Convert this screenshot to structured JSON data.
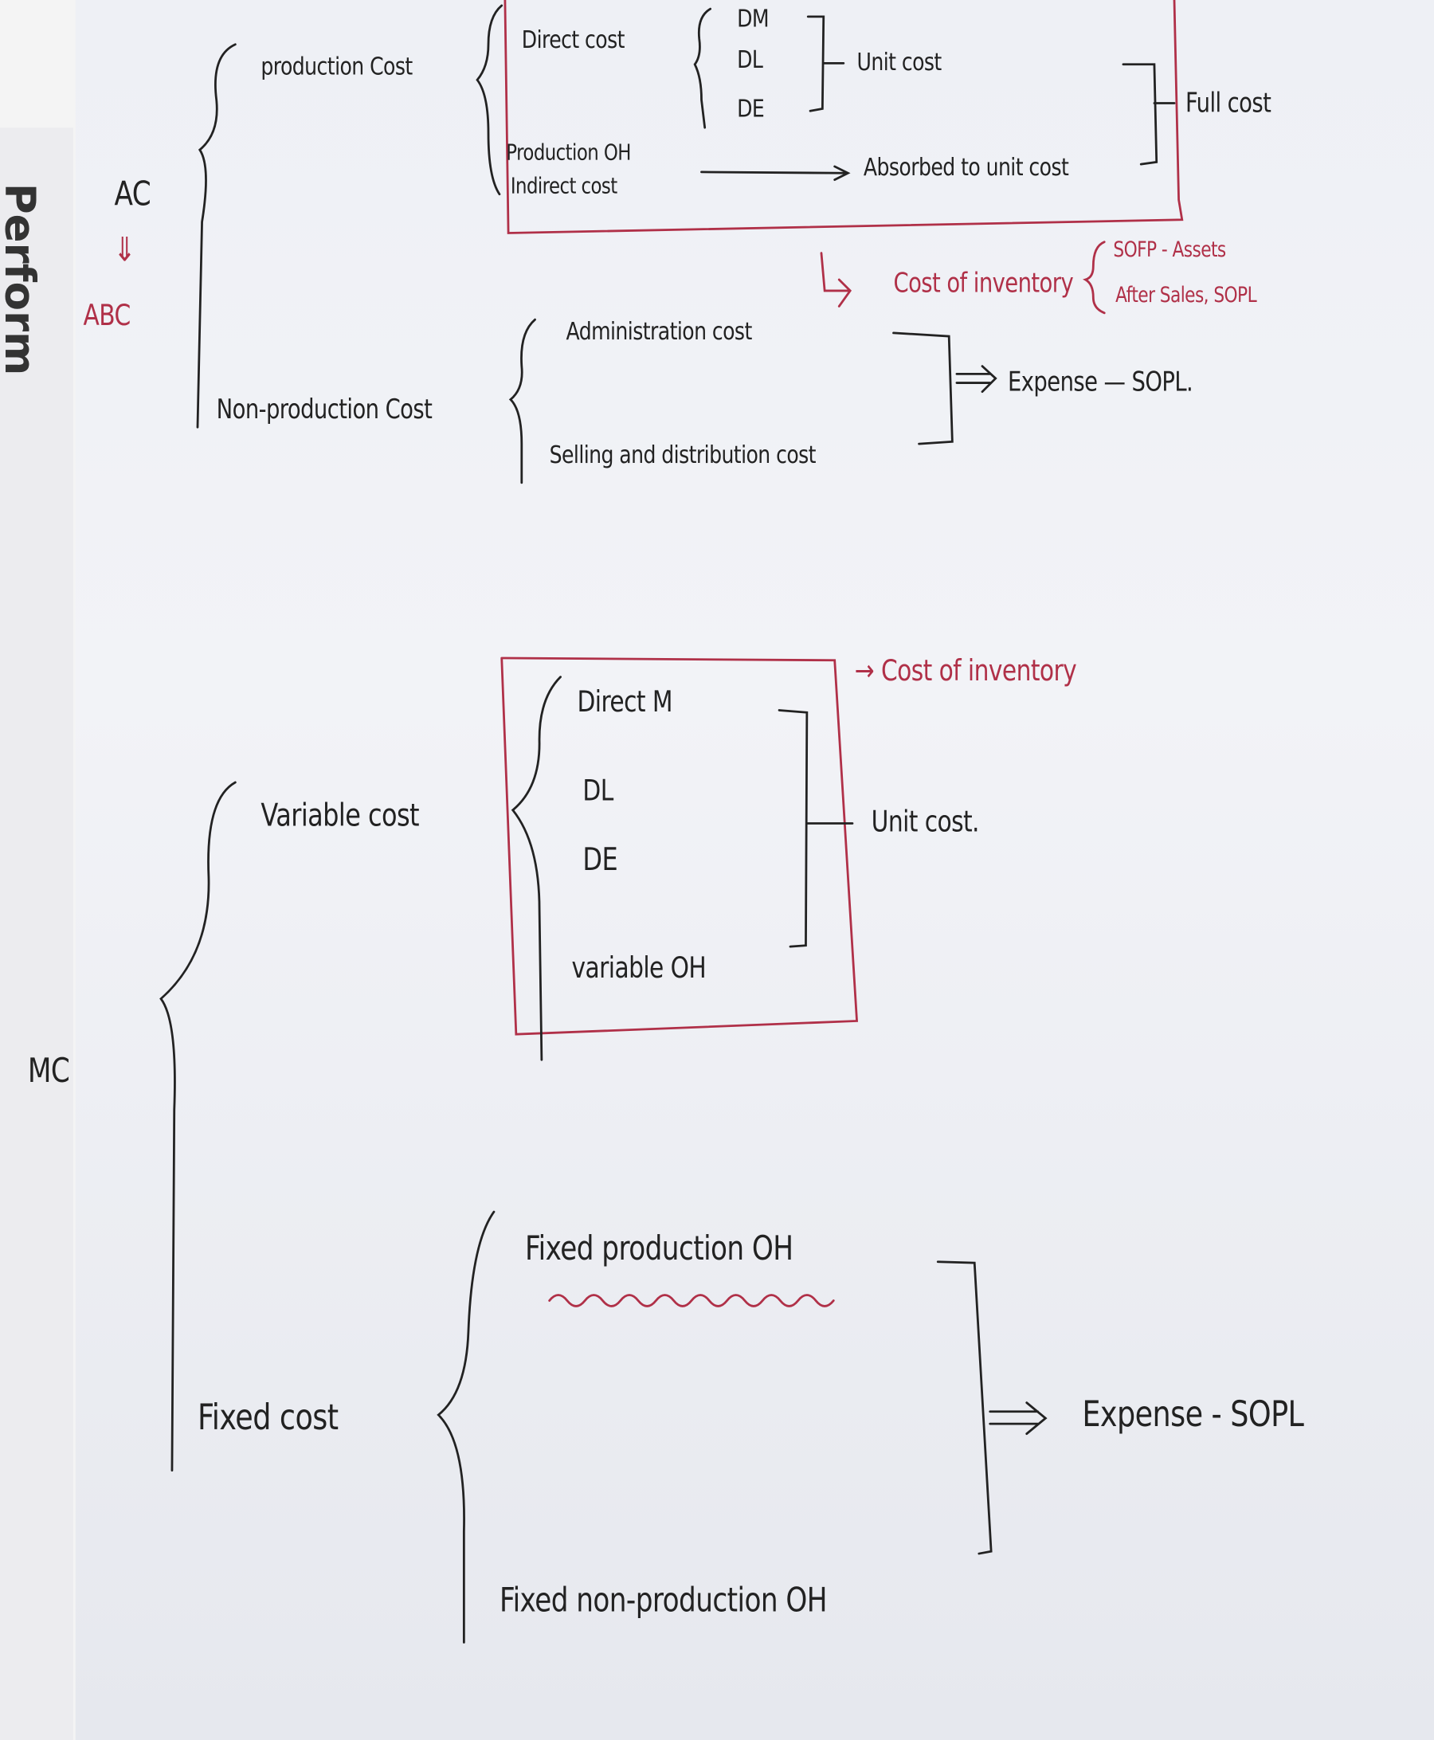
{
  "edge": {
    "book_spine_text": "Perform"
  },
  "absorption": {
    "ac": "AC",
    "arrow": "⇓",
    "abc": "ABC",
    "production_cost": "production Cost",
    "direct_cost": "Direct cost",
    "dm": "DM",
    "dl": "DL",
    "de": "DE",
    "unit_cost": "Unit cost",
    "production_oh": "Production OH",
    "indirect_cost": "Indirect cost",
    "absorbed": "Absorbed to unit cost",
    "full_cost": "Full cost",
    "cost_of_inventory": "Cost of inventory",
    "sofp_assets": "SOFP - Assets",
    "after_sales": "After Sales, SOPL",
    "non_production_cost": "Non-production Cost",
    "administration_cost": "Administration cost",
    "selling_cost": "Selling and distribution cost",
    "expense": "Expense — SOPL."
  },
  "marginal": {
    "mc": "MC",
    "variable_cost": "Variable cost",
    "direct_m": "Direct M",
    "dl": "DL",
    "de": "DE",
    "variable_oh": "variable OH",
    "unit_cost": "Unit cost.",
    "cost_of_inventory": "→ Cost of inventory",
    "fixed_cost": "Fixed cost",
    "fixed_production_oh": "Fixed production OH",
    "fixed_non_production_oh": "Fixed non-production OH",
    "expense": "Expense - SOPL"
  },
  "colors": {
    "ink": "#222222",
    "red_pen": "#b03048"
  }
}
